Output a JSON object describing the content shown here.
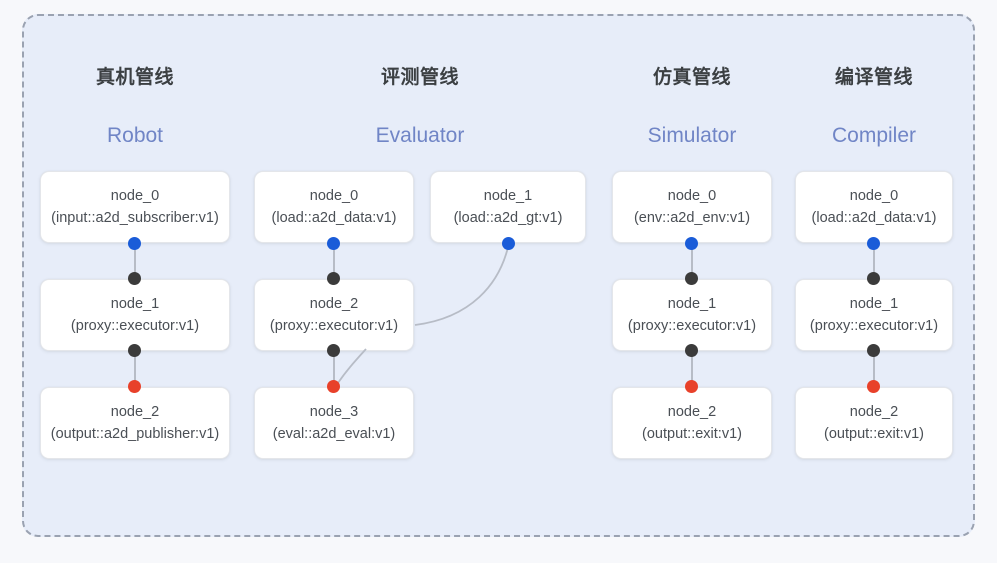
{
  "diagram": {
    "panel_label": "pipeline-overview-panel",
    "background_color": "#e7edf9",
    "border_color": "#9aa2b1",
    "accent_colors": {
      "input_port": "#1a5cd8",
      "middle_port": "#3b3b3b",
      "output_port": "#e8412a",
      "subtitle": "#7085c6",
      "title": "#3c4043",
      "edge": "#b7bcc6"
    },
    "columns": [
      {
        "id": "robot",
        "title": "真机管线",
        "subtitle": "Robot",
        "nodes": [
          {
            "name": "node_0",
            "kind": "(input::a2d_subscriber:v1)"
          },
          {
            "name": "node_1",
            "kind": "(proxy::executor:v1)"
          },
          {
            "name": "node_2",
            "kind": "(output::a2d_publisher:v1)"
          }
        ]
      },
      {
        "id": "evaluator",
        "title": "评测管线",
        "subtitle": "Evaluator",
        "nodes": [
          {
            "name": "node_0",
            "kind": "(load::a2d_data:v1)"
          },
          {
            "name": "node_1",
            "kind": "(load::a2d_gt:v1)"
          },
          {
            "name": "node_2",
            "kind": "(proxy::executor:v1)"
          },
          {
            "name": "node_3",
            "kind": "(eval::a2d_eval:v1)"
          }
        ]
      },
      {
        "id": "simulator",
        "title": "仿真管线",
        "subtitle": "Simulator",
        "nodes": [
          {
            "name": "node_0",
            "kind": "(env::a2d_env:v1)"
          },
          {
            "name": "node_1",
            "kind": "(proxy::executor:v1)"
          },
          {
            "name": "node_2",
            "kind": "(output::exit:v1)"
          }
        ]
      },
      {
        "id": "compiler",
        "title": "编译管线",
        "subtitle": "Compiler",
        "nodes": [
          {
            "name": "node_0",
            "kind": "(load::a2d_data:v1)"
          },
          {
            "name": "node_1",
            "kind": "(proxy::executor:v1)"
          },
          {
            "name": "node_2",
            "kind": "(output::exit:v1)"
          }
        ]
      }
    ]
  }
}
